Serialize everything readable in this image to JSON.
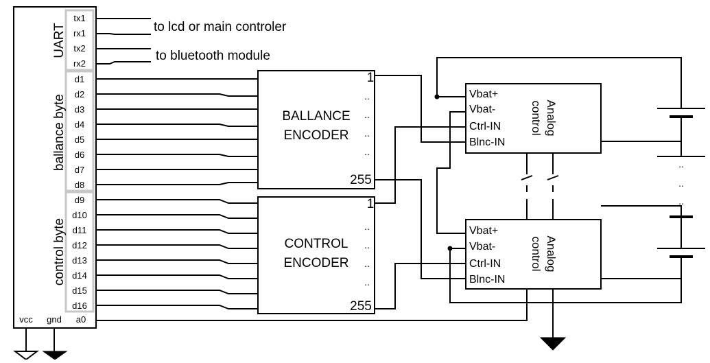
{
  "mcu": {
    "uart_label": "UART",
    "balance_label": "ballance byte",
    "control_label": "control byte",
    "uart_pins": [
      "tx1",
      "rx1",
      "tx2",
      "rx2"
    ],
    "balance_pins": [
      "d1",
      "d2",
      "d3",
      "d4",
      "d5",
      "d6",
      "d7",
      "d8"
    ],
    "control_pins": [
      "d9",
      "d10",
      "d11",
      "d12",
      "d13",
      "d14",
      "d15",
      "d16"
    ],
    "bottom_pins": [
      "vcc",
      "gnd",
      "a0"
    ]
  },
  "notes": {
    "uart1": "to lcd or main controler",
    "uart2": "to bluetooth module"
  },
  "balance_encoder": {
    "title_line1": "BALLANCE",
    "title_line2": "ENCODER",
    "first_out": "1",
    "last_out": "255",
    "dots": [
      "..",
      "..",
      "..",
      ".."
    ]
  },
  "control_encoder": {
    "title_line1": "CONTROL",
    "title_line2": "ENCODER",
    "first_out": "1",
    "last_out": "255",
    "dots": [
      "..",
      "..",
      "..",
      ".."
    ]
  },
  "analog_top": {
    "pins": [
      "Vbat+",
      "Vbat-",
      "Ctrl-IN",
      "Blnc-IN"
    ],
    "label_line1": "Analog",
    "label_line2": "control"
  },
  "analog_bottom": {
    "pins": [
      "Vbat+",
      "Vbat-",
      "Ctrl-IN",
      "Blnc-IN"
    ],
    "label_line1": "Analog",
    "label_line2": "control"
  },
  "battery_dots": [
    "..",
    "..",
    ".."
  ]
}
